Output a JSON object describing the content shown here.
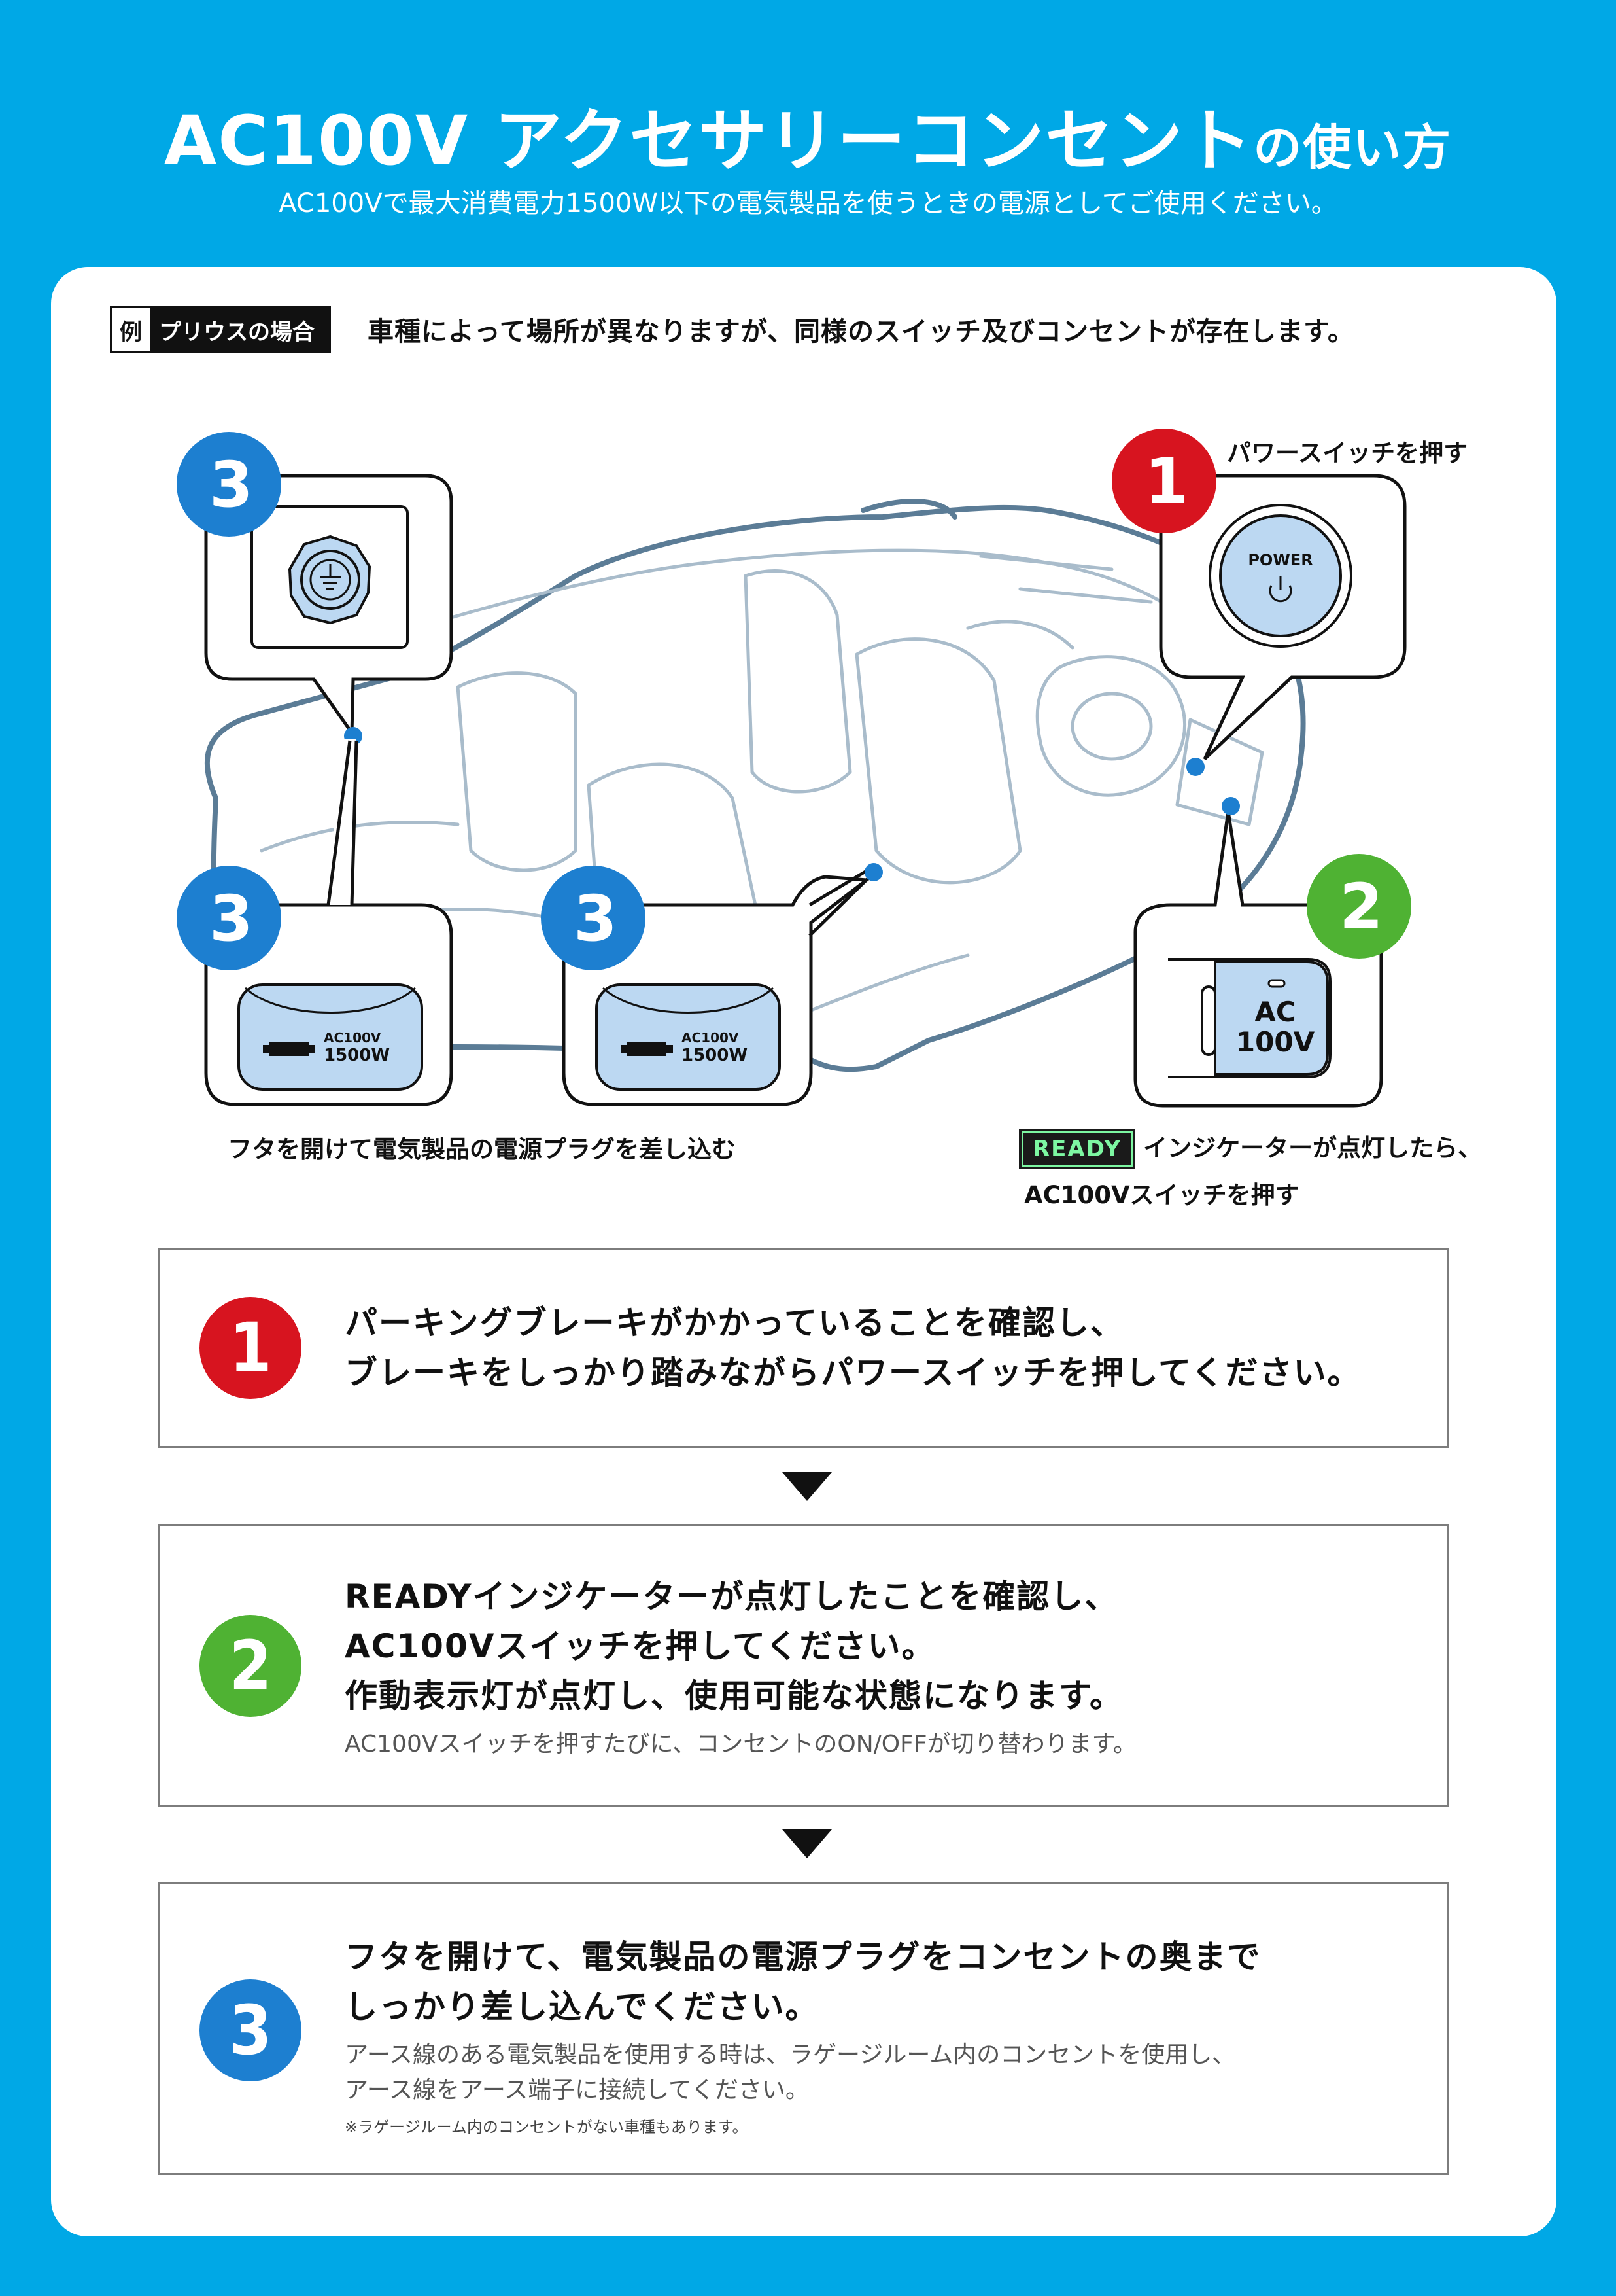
{
  "header": {
    "title_main": "AC100V アクセサリーコンセント",
    "title_suffix": "の使い方",
    "subtitle": "AC100Vで最大消費電力1500W以下の電気製品を使うときの電源としてご使用ください。"
  },
  "example": {
    "tag_rei": "例",
    "tag_label": "プリウスの場合",
    "note": "車種によって場所が異なりますが、同様のスイッチ及びコンセントが存在します。"
  },
  "diagram": {
    "power_label": "パワースイッチを押す",
    "power_button_text": "POWER",
    "ac_switch_line1": "AC",
    "ac_switch_line2": "100V",
    "outlet_line1": "AC100V",
    "outlet_line2": "1500W",
    "outlet_caption": "フタを開けて電気製品の電源プラグを差し込む",
    "ready_badge": "READY",
    "ready_caption_line1": "インジケーターが点灯したら、",
    "ready_caption_line2": "AC100Vスイッチを押す",
    "badge_1": "1",
    "badge_2": "2",
    "badge_3": "3"
  },
  "colors": {
    "background": "#00a8e6",
    "step1": "#d7141f",
    "step2": "#4fb233",
    "step3": "#1d7fd0",
    "light_blue": "#bcd8f2",
    "car_line": "#5b7c96"
  },
  "steps": [
    {
      "number": "1",
      "main_line1": "パーキングブレーキがかかっていることを確認し、",
      "main_line2": "ブレーキをしっかり踏みながらパワースイッチを押してください。"
    },
    {
      "number": "2",
      "main_line1": "READYインジケーターが点灯したことを確認し、",
      "main_line2": "AC100Vスイッチを押してください。",
      "main_line3": "作動表示灯が点灯し、使用可能な状態になります。",
      "sub": "AC100Vスイッチを押すたびに、コンセントのON/OFFが切り替わります。"
    },
    {
      "number": "3",
      "main_line1": "フタを開けて、電気製品の電源プラグをコンセントの奥まで",
      "main_line2": "しっかり差し込んでください。",
      "sub_line1": "アース線のある電気製品を使用する時は、ラゲージルーム内のコンセントを使用し、",
      "sub_line2": "アース線をアース端子に接続してください。",
      "note": "※ラゲージルーム内のコンセントがない車種もあります。"
    }
  ]
}
